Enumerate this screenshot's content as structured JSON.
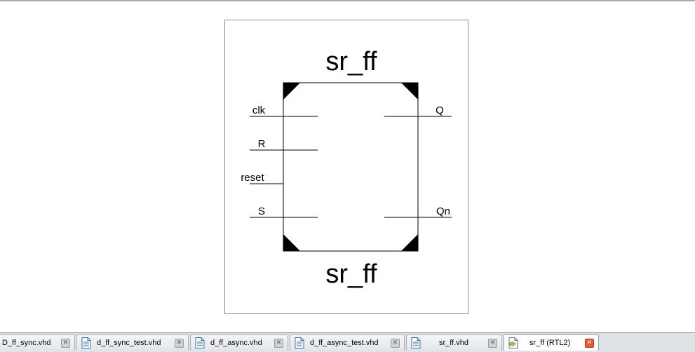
{
  "schematic": {
    "title_top": "sr_ff",
    "title_bottom": "sr_ff",
    "inputs": [
      "clk",
      "R",
      "reset",
      "S"
    ],
    "outputs": [
      "Q",
      "Qn"
    ]
  },
  "tabs": [
    {
      "label": "D_ff_sync.vhd",
      "icon": "vhdl-file-icon",
      "active": false
    },
    {
      "label": "d_ff_sync_test.vhd",
      "icon": "vhdl-file-icon",
      "active": false
    },
    {
      "label": "d_ff_async.vhd",
      "icon": "vhdl-file-icon",
      "active": false
    },
    {
      "label": "d_ff_async_test.vhd",
      "icon": "vhdl-file-icon",
      "active": false
    },
    {
      "label": "sr_ff.vhd",
      "icon": "vhdl-file-icon",
      "active": false
    },
    {
      "label": "sr_ff (RTL2)",
      "icon": "rtl-schematic-icon",
      "active": true
    }
  ],
  "close_glyph": "✕",
  "colors": {
    "active_close": "#e85c34",
    "tabbar_bg": "#dfe3e8"
  }
}
